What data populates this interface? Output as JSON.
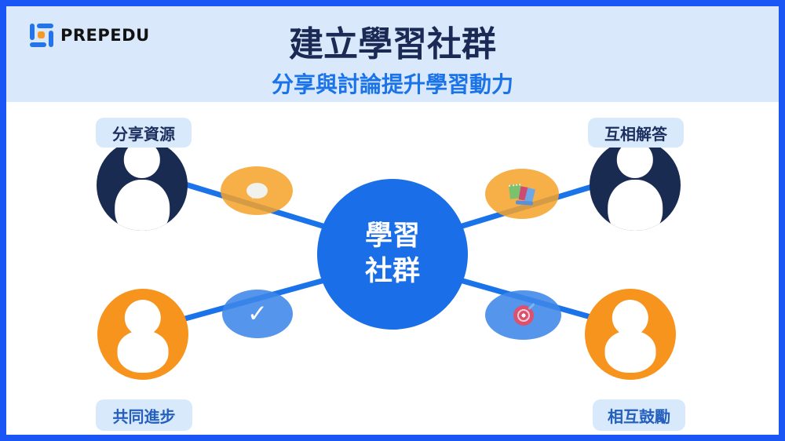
{
  "header": {
    "logo_text": "PREPEDU",
    "title": "建立學習社群",
    "subtitle": "分享與討論提升學習動力"
  },
  "center_node": {
    "line1": "學習",
    "line2": "社群"
  },
  "nodes": [
    {
      "position": "top-left",
      "label": "分享資源",
      "connector_icon": "speech-bubble-icon",
      "avatar_color": "#1a2b52",
      "bubble_color": "#f6a22a",
      "label_position": "above"
    },
    {
      "position": "top-right",
      "label": "互相解答",
      "connector_icon": "books-icon",
      "avatar_color": "#1a2b52",
      "bubble_color": "#f6a22a",
      "label_position": "above"
    },
    {
      "position": "bottom-left",
      "label": "共同進步",
      "connector_icon": "checkmark-icon",
      "avatar_color": "#f6941e",
      "bubble_color": "#3e86e8",
      "label_position": "below"
    },
    {
      "position": "bottom-right",
      "label": "相互鼓勵",
      "connector_icon": "target-icon",
      "avatar_color": "#f6941e",
      "bubble_color": "#3e86e8",
      "label_position": "below"
    }
  ],
  "glyphs": {
    "checkmark": "✓"
  },
  "colors": {
    "frame_border": "#1956f5",
    "header_bg": "#d9e9fb",
    "title_text": "#1b2a55",
    "subtitle_text": "#1a73e8",
    "center_circle": "#1a6fe8",
    "connector_line": "#1a73e8",
    "label_bg": "#d8e9fb",
    "label_text_top": "#1c2f5e",
    "label_text_bottom": "#2560bd",
    "logo_blue": "#2573e8",
    "logo_orange": "#f59a23"
  }
}
